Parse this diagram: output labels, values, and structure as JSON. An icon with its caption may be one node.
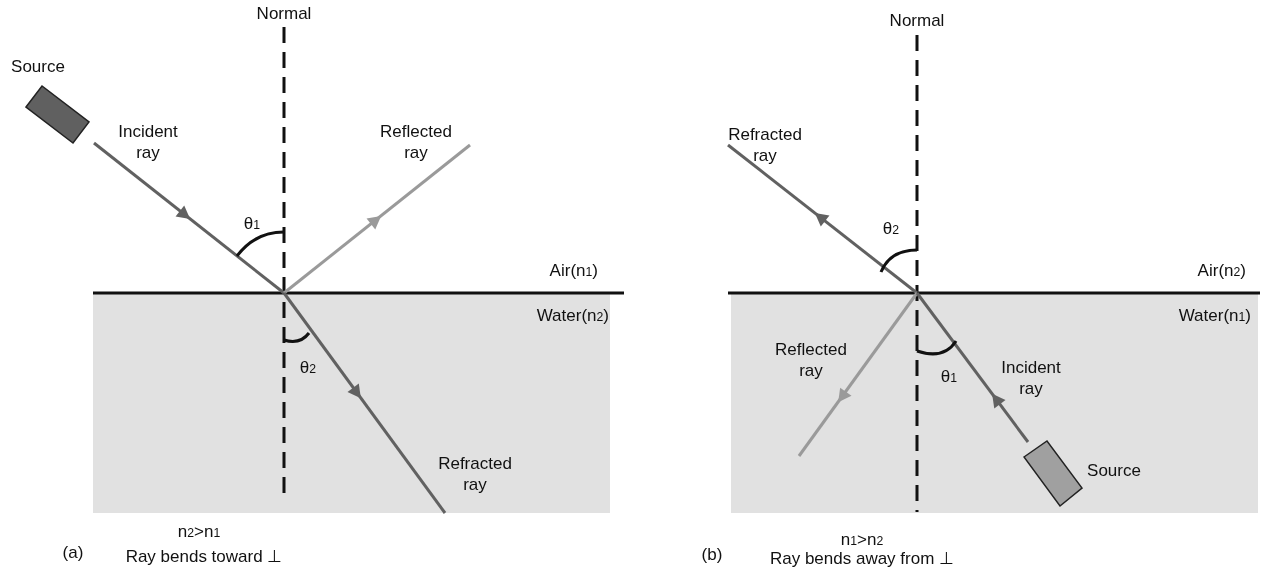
{
  "diagram": {
    "labels": [
      "Normal",
      "Source",
      "Incident ray",
      "Reflected ray",
      "θ$_{1}$",
      "Air(n$_{1}$)",
      "Water(n$_{2}$)",
      "θ$_{2}$",
      "Refracted ray",
      "n$_{2}$>n$_{1}$",
      "(a)",
      "Ray bends toward ⊥",
      "Normal",
      "Refracted ray",
      "θ$_{2}$",
      "Air(n$_{2}$)",
      "Water(n$_{1}$)",
      "Reflected ray",
      "θ$_{1}$",
      "Incident ray",
      "Source",
      "n$_{1}$>n$_{2}$",
      "(b)",
      "Ray bends away from ⊥"
    ]
  }
}
